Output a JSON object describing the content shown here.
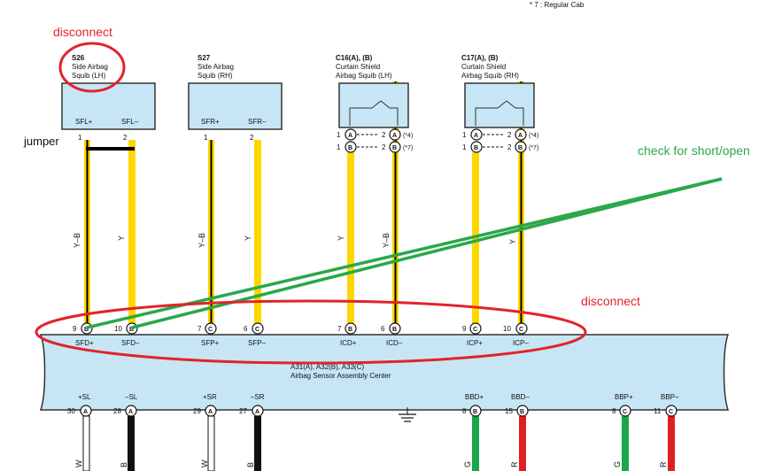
{
  "header_note": "* 7 : Regular Cab",
  "annotations": {
    "disconnect_top": "disconnect",
    "jumper": "jumper",
    "check": "check for short/open",
    "disconnect_right": "disconnect"
  },
  "colors": {
    "red_annotation": "#e0242a",
    "green_annotation": "#2aa84a",
    "connector_fill": "#c7e6f5",
    "wire_yellow": "#ffd700",
    "wire_green": "#1aa64a",
    "wire_red": "#e02020",
    "wire_black": "#111111"
  },
  "connectors": [
    {
      "code": "S26",
      "l1": "Side Airbag",
      "l2": "Squib (LH)",
      "pin_a": "SFL+",
      "pin_b": "SFL–",
      "num_a": "1",
      "num_b": "2"
    },
    {
      "code": "S27",
      "l1": "Side Airbag",
      "l2": "Squib (RH)",
      "pin_a": "SFR+",
      "pin_b": "SFR–",
      "num_a": "1",
      "num_b": "2"
    },
    {
      "code": "C16(A), (B)",
      "l1": "Curtain Shield",
      "l2": "Airbag Squib (LH)",
      "r1_left": "1",
      "r1_mid": "2",
      "r1_note": "(*4)",
      "r2_left": "1",
      "r2_mid": "2",
      "r2_note": "(*7)"
    },
    {
      "code": "C17(A), (B)",
      "l1": "Curtain Shield",
      "l2": "Airbag Squib (RH)",
      "r1_left": "1",
      "r1_mid": "2",
      "r1_note": "(*4)",
      "r2_left": "1",
      "r2_mid": "2",
      "r2_note": "(*7)"
    }
  ],
  "wire_colors": [
    "Y–B",
    "Y",
    "Y–B",
    "Y",
    "Y",
    "Y–B",
    "Y"
  ],
  "center": {
    "title_a": "A31(A), A32(B), A33(C)",
    "title_b": "Airbag Sensor Assembly Center",
    "top_pins": [
      {
        "num": "9",
        "letter": "B",
        "label": "SFD+"
      },
      {
        "num": "10",
        "letter": "B",
        "label": "SFD–"
      },
      {
        "num": "7",
        "letter": "C",
        "label": "SFP+"
      },
      {
        "num": "6",
        "letter": "C",
        "label": "SFP–"
      },
      {
        "num": "7",
        "letter": "B",
        "label": "ICD+"
      },
      {
        "num": "6",
        "letter": "B",
        "label": "ICD–"
      },
      {
        "num": "9",
        "letter": "C",
        "label": "ICP+"
      },
      {
        "num": "10",
        "letter": "C",
        "label": "ICP–"
      }
    ],
    "bottom_pins": [
      {
        "num": "30",
        "letter": "A",
        "label": "+SL",
        "wire": "W"
      },
      {
        "num": "28",
        "letter": "A",
        "label": "–SL",
        "wire": "B"
      },
      {
        "num": "29",
        "letter": "A",
        "label": "+SR",
        "wire": "W"
      },
      {
        "num": "27",
        "letter": "A",
        "label": "–SR",
        "wire": "B"
      },
      {
        "num": "8",
        "letter": "B",
        "label": "BBD+",
        "wire": "G"
      },
      {
        "num": "15",
        "letter": "B",
        "label": "BBD–",
        "wire": "R"
      },
      {
        "num": "8",
        "letter": "C",
        "label": "BBP+",
        "wire": "G"
      },
      {
        "num": "11",
        "letter": "C",
        "label": "BBP–",
        "wire": "R"
      }
    ]
  }
}
